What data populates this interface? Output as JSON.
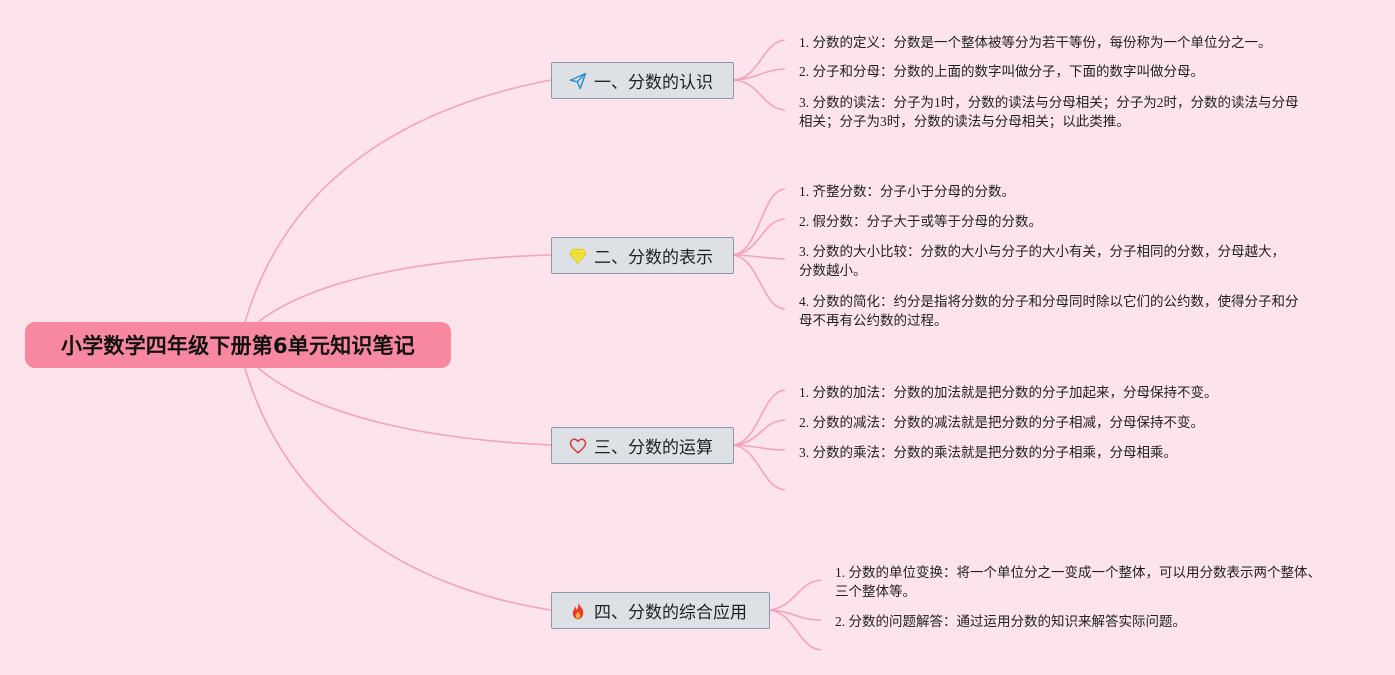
{
  "mindmap": {
    "root": {
      "label": "小学数学四年级下册第6单元知识笔记"
    },
    "colors": {
      "background": "#fde4ec",
      "root_fill": "#f7889f",
      "connector": "#f4a3b8",
      "branch_fill": "#dde1e6",
      "branch_border": "#8a9aa8"
    },
    "branches": [
      {
        "label": "一、分数的认识",
        "icon": "paper-plane-icon",
        "items": [
          "1. 分数的定义：分数是一个整体被等分为若干等份，每份称为一个单位分之一。",
          "2. 分子和分母：分数的上面的数字叫做分子，下面的数字叫做分母。",
          "3. 分数的读法：分子为1时，分数的读法与分母相关；分子为2时，分数的读法与分母相关；分子为3时，分数的读法与分母相关；以此类推。"
        ]
      },
      {
        "label": "二、分数的表示",
        "icon": "gem-icon",
        "items": [
          "1. 齐整分数：分子小于分母的分数。",
          "2. 假分数：分子大于或等于分母的分数。",
          "3. 分数的大小比较：分数的大小与分子的大小有关，分子相同的分数，分母越大，分数越小。",
          "4. 分数的简化：约分是指将分数的分子和分母同时除以它们的公约数，使得分子和分母不再有公约数的过程。"
        ]
      },
      {
        "label": "三、分数的运算",
        "icon": "heart-icon",
        "items": [
          "1. 分数的加法：分数的加法就是把分数的分子加起来，分母保持不变。",
          "2. 分数的减法：分数的减法就是把分数的分子相减，分母保持不变。",
          "3. 分数的乘法：分数的乘法就是把分数的分子相乘，分母相乘。"
        ]
      },
      {
        "label": "四、分数的综合应用",
        "icon": "fire-icon",
        "items": [
          "1. 分数的单位变换：将一个单位分之一变成一个整体，可以用分数表示两个整体、三个整体等。",
          "2. 分数的问题解答：通过运用分数的知识来解答实际问题。"
        ]
      }
    ]
  }
}
